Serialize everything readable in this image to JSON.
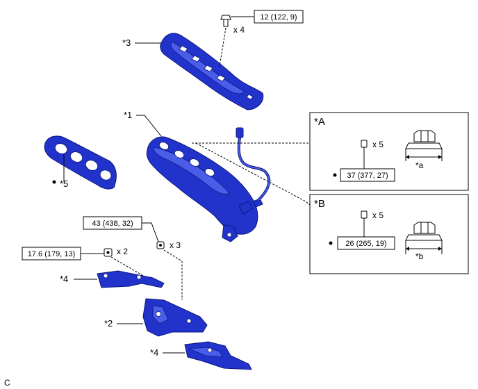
{
  "labels": {
    "p1": "*1",
    "p2": "*2",
    "p3": "*3",
    "p4a": "*4",
    "p4b": "*4",
    "p5": "*5",
    "inset_a": "*A",
    "inset_b": "*B",
    "nut_a": "*a",
    "nut_b": "*b",
    "corner": "C"
  },
  "torques": {
    "t12": "12 (122, 9)",
    "t37": "37 (377, 27)",
    "t26": "26 (265, 19)",
    "t43": "43 (438, 32)",
    "t17": "17.6 (179, 13)"
  },
  "quantities": {
    "q_top": "x 4",
    "q_a": "x 5",
    "q_b": "x 5",
    "q_mid": "x 3",
    "q_left": "x 2"
  }
}
